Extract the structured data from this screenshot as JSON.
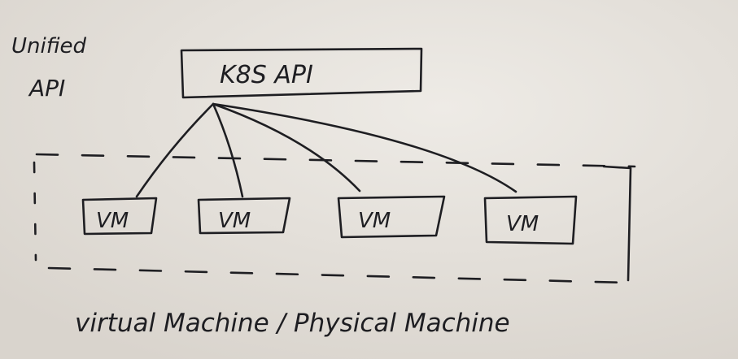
{
  "side_label": {
    "line1": "Unified",
    "line2": "API"
  },
  "api_box": {
    "label": "K8S  API"
  },
  "vms": [
    {
      "label": "VM"
    },
    {
      "label": "VM"
    },
    {
      "label": "VM"
    },
    {
      "label": "VM"
    }
  ],
  "footer": {
    "label": "virtual Machine / Physical Machine"
  },
  "colors": {
    "paper": "#e6e2dd",
    "ink": "#1e1e22"
  }
}
